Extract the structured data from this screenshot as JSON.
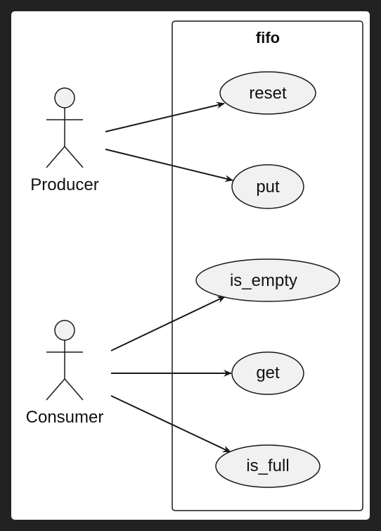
{
  "diagram": {
    "type": "use-case",
    "boundary": {
      "title": "fifo"
    },
    "actors": [
      {
        "id": "producer",
        "name": "Producer"
      },
      {
        "id": "consumer",
        "name": "Consumer"
      }
    ],
    "use_cases": [
      {
        "id": "reset",
        "label": "reset"
      },
      {
        "id": "put",
        "label": "put"
      },
      {
        "id": "is_empty",
        "label": "is_empty"
      },
      {
        "id": "get",
        "label": "get"
      },
      {
        "id": "is_full",
        "label": "is_full"
      }
    ],
    "associations": [
      {
        "from": "producer",
        "to": "reset"
      },
      {
        "from": "producer",
        "to": "put"
      },
      {
        "from": "consumer",
        "to": "is_empty"
      },
      {
        "from": "consumer",
        "to": "get"
      },
      {
        "from": "consumer",
        "to": "is_full"
      }
    ],
    "colors": {
      "background": "#222222",
      "canvas": "#ffffff",
      "usecase_fill": "#f1f1f1",
      "stroke": "#181818"
    }
  }
}
